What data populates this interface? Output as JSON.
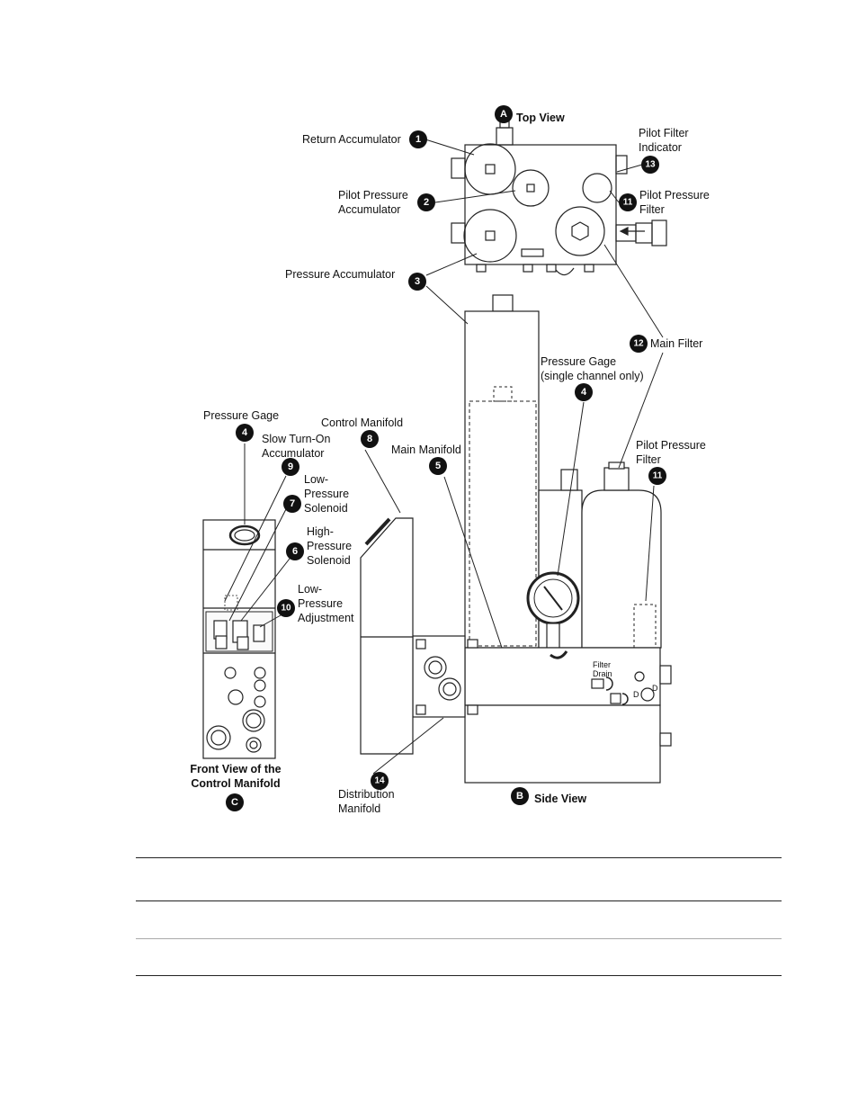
{
  "views": {
    "top": {
      "letter": "A",
      "label": "Top View"
    },
    "side": {
      "letter": "B",
      "label": "Side View"
    },
    "front": {
      "letter": "C",
      "label_line1": "Front View of the",
      "label_line2": "Control Manifold"
    }
  },
  "callouts": {
    "c1": {
      "num": "1",
      "lines": [
        "Return Accumulator"
      ]
    },
    "c2": {
      "num": "2",
      "lines": [
        "Pilot Pressure",
        "Accumulator"
      ]
    },
    "c3": {
      "num": "3",
      "lines": [
        "Pressure Accumulator"
      ]
    },
    "c13": {
      "num": "13",
      "lines": [
        "Pilot Filter",
        "Indicator"
      ]
    },
    "c11a": {
      "num": "11",
      "lines": [
        "Pilot Pressure",
        "Filter"
      ]
    },
    "c12": {
      "num": "12",
      "lines": [
        "Main Filter"
      ]
    },
    "c4a": {
      "num": "4",
      "lines": [
        "Pressure Gage",
        "(single channel only)"
      ]
    },
    "c4b": {
      "num": "4",
      "lines": [
        "Pressure Gage"
      ]
    },
    "c9": {
      "num": "9",
      "lines": [
        "Slow Turn-On",
        "Accumulator"
      ]
    },
    "c7": {
      "num": "7",
      "lines": [
        "Low-",
        "Pressure",
        "Solenoid"
      ]
    },
    "c6": {
      "num": "6",
      "lines": [
        "High-",
        "Pressure",
        "Solenoid"
      ]
    },
    "c10": {
      "num": "10",
      "lines": [
        "Low-",
        "Pressure",
        "Adjustment"
      ]
    },
    "c8": {
      "num": "8",
      "lines": [
        "Control Manifold"
      ]
    },
    "c5": {
      "num": "5",
      "lines": [
        "Main Manifold"
      ]
    },
    "c11b": {
      "num": "11",
      "lines": [
        "Pilot Pressure",
        "Filter"
      ]
    },
    "c14": {
      "num": "14",
      "lines": [
        "Distribution",
        "Manifold"
      ]
    }
  },
  "small_labels": {
    "filter_drain": [
      "Filter",
      "Drain"
    ],
    "d1": "D",
    "d2": "D"
  }
}
